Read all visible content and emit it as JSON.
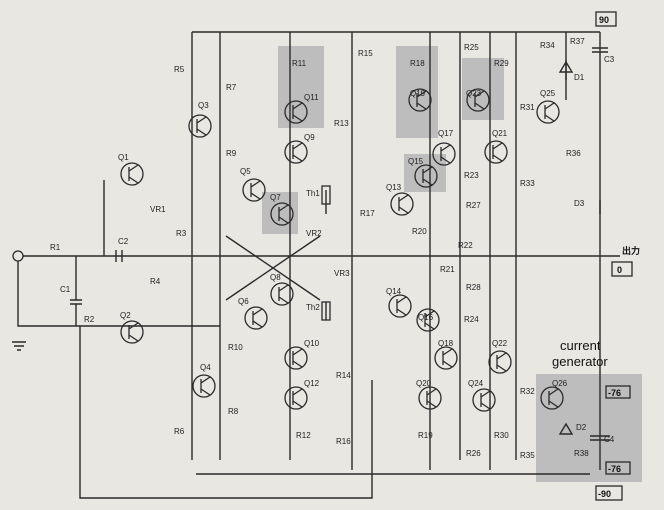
{
  "annotation": {
    "line1": "current",
    "line2": "generator"
  },
  "rails": {
    "positive": "90",
    "negative": "-90",
    "pos_small": "-76",
    "neg_small": "-76",
    "output_label": "出力",
    "output_value": "0"
  },
  "transistors": [
    "Q1",
    "Q2",
    "Q3",
    "Q4",
    "Q5",
    "Q6",
    "Q7",
    "Q8",
    "Q9",
    "Q10",
    "Q11",
    "Q12",
    "Q13",
    "Q14",
    "Q15",
    "Q16",
    "Q17",
    "Q18",
    "Q19",
    "Q20",
    "Q21",
    "Q22",
    "Q23",
    "Q24",
    "Q25",
    "Q26"
  ],
  "resistors": [
    "R1",
    "R2",
    "R3",
    "R4",
    "R5",
    "R6",
    "R7",
    "R8",
    "R9",
    "R10",
    "R11",
    "R12",
    "R13",
    "R14",
    "R15",
    "R16",
    "R17",
    "R18",
    "R19",
    "R20",
    "R21",
    "R22",
    "R23",
    "R24",
    "R25",
    "R26",
    "R27",
    "R28",
    "R29",
    "R30",
    "R31",
    "R32",
    "R33",
    "R34",
    "R35",
    "R36",
    "R37",
    "R38"
  ],
  "capacitors": [
    "C1",
    "C2",
    "C3",
    "C4"
  ],
  "diodes": [
    "D1",
    "D2",
    "D3"
  ],
  "thermistors": [
    "Th1",
    "Th2"
  ],
  "pots": [
    "VR1",
    "VR2",
    "VR3"
  ],
  "highlight_color": "#bdbdbd"
}
